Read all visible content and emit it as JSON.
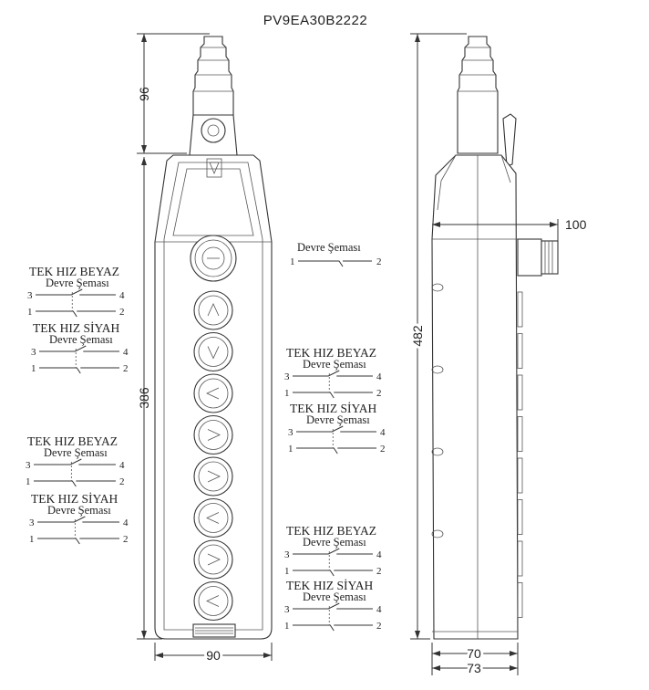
{
  "title": "PV9EA30B2222",
  "dimensions": {
    "top_height": "96",
    "body_height": "386",
    "width_front": "90",
    "total_height": "482",
    "depth_top": "100",
    "depth_body": "70",
    "depth_total": "73"
  },
  "circuit": {
    "header": "Devre Şeması",
    "beyaz": "TEK HIZ BEYAZ",
    "siyah": "TEK HIZ SİYAH",
    "n1": "1",
    "n2": "2",
    "n3": "3",
    "n4": "4"
  },
  "buttons": [
    {
      "symbol": "up"
    },
    {
      "symbol": "down"
    },
    {
      "symbol": "left"
    },
    {
      "symbol": "right"
    },
    {
      "symbol": "right"
    },
    {
      "symbol": "left"
    },
    {
      "symbol": "right"
    },
    {
      "symbol": "left"
    }
  ],
  "colors": {
    "line": "#333333",
    "background": "#ffffff"
  }
}
